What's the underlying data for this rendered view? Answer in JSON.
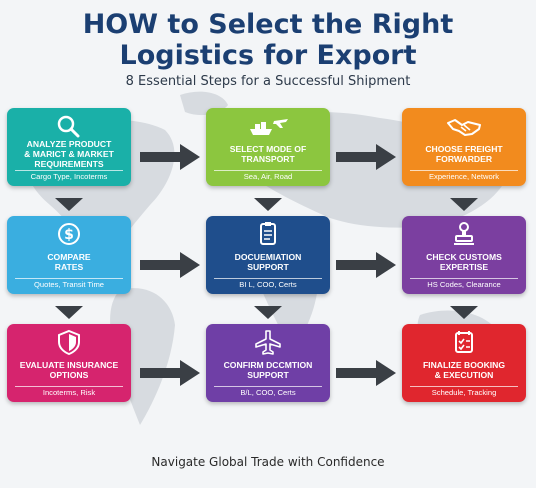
{
  "header": {
    "title_line1": "HOW to Select the Right",
    "title_line2": "Logistics for Export",
    "subtitle": "8 Essential Steps for a Successful Shipment"
  },
  "steps": [
    {
      "label": "ANALYZE PRODUCT\n& MARICT & MARKET\nREQUIREMENTS",
      "detail": "Cargo Type, Incoterms",
      "color": "#1ab0a8",
      "icon": "magnifier-icon"
    },
    {
      "label": "SELECT MODE OF\nTRANSPORT",
      "detail": "Sea, Air, Road",
      "color": "#8cc63f",
      "icon": "ship-plane-icon"
    },
    {
      "label": "CHOOSE FREIGHT\nFORWARDER",
      "detail": "Experience, Network",
      "color": "#f28b1e",
      "icon": "handshake-icon"
    },
    {
      "label": "COMPARE\nRATES",
      "detail": "Quotes, Transit Time",
      "color": "#3aaee0",
      "icon": "dollar-icon"
    },
    {
      "label": "DOCUEMIATION\nSUPPORT",
      "detail": "BI L, COO, Certs",
      "color": "#1f4e8c",
      "icon": "clipboard-icon"
    },
    {
      "label": "CHECK CUSTOMS\nEXPERTISE",
      "detail": "HS Codes, Clearance",
      "color": "#7b3fa0",
      "icon": "stamp-icon"
    },
    {
      "label": "EVALUATE INSURANCE\nOPTIONS",
      "detail": "Incoterms, Risk",
      "color": "#d6246e",
      "icon": "shield-icon"
    },
    {
      "label": "CONFIRM DCCMTION\nSUPPORT",
      "detail": "B/L, COO, Certs",
      "color": "#6f3fa6",
      "icon": "plane-icon"
    },
    {
      "label": "FINALIZE BOOKING\n& EXECUTION",
      "detail": "Schedule, Tracking",
      "color": "#e0262e",
      "icon": "checklist-icon"
    }
  ],
  "footer": "Navigate Global Trade with Confidence"
}
